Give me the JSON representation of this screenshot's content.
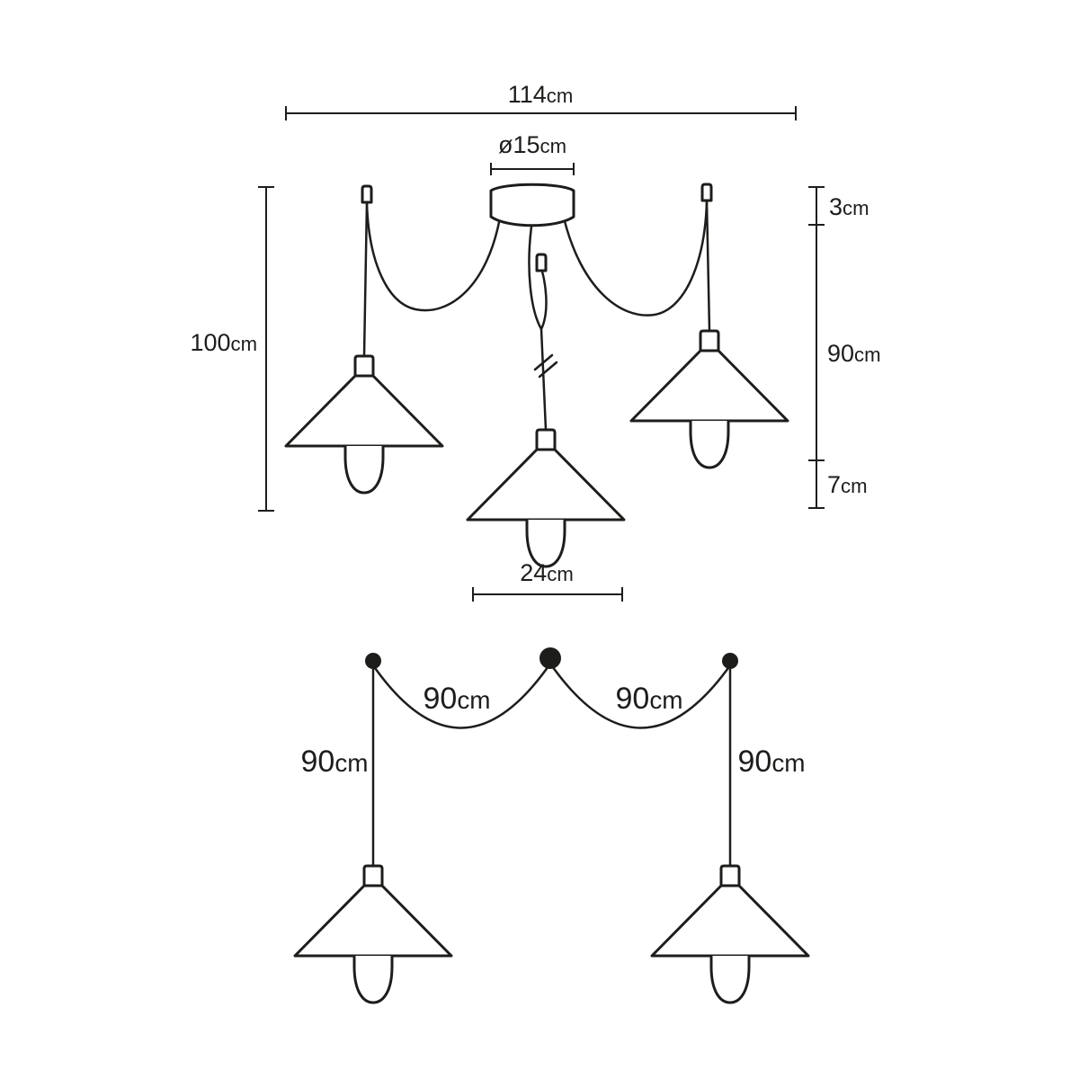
{
  "page": {
    "background": "#ffffff",
    "line_color": "#1d1d1b"
  },
  "top_view": {
    "overall_width": {
      "value": "114",
      "unit": "cm"
    },
    "canopy_diameter": {
      "value": "ø15",
      "unit": "cm"
    },
    "canopy_height": {
      "value": "3",
      "unit": "cm"
    },
    "cable_drop": {
      "value": "90",
      "unit": "cm"
    },
    "shade_height": {
      "value": "7",
      "unit": "cm"
    },
    "total_height": {
      "value": "100",
      "unit": "cm"
    },
    "shade_width": {
      "value": "24",
      "unit": "cm"
    }
  },
  "bottom_view": {
    "left_swag": {
      "value": "90",
      "unit": "cm"
    },
    "right_swag": {
      "value": "90",
      "unit": "cm"
    },
    "left_drop": {
      "value": "90",
      "unit": "cm"
    },
    "right_drop": {
      "value": "90",
      "unit": "cm"
    }
  }
}
